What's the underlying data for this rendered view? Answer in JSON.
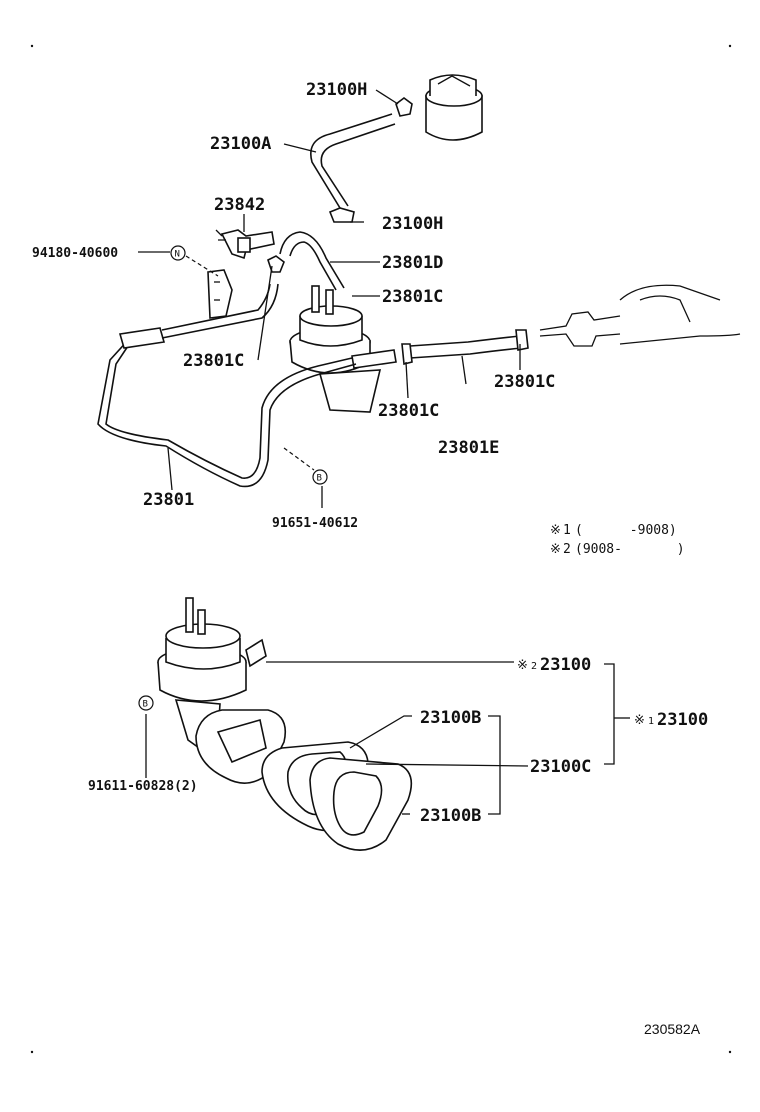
{
  "labels": {
    "p23100H_top": "23100H",
    "p23100A": "23100A",
    "p23842": "23842",
    "p23100H_mid": "23100H",
    "p94180": "94180-40600",
    "p23801D": "23801D",
    "p23801C_a": "23801C",
    "p23801C_b": "23801C",
    "p23801C_c": "23801C",
    "p23801C_d": "23801C",
    "p23801E": "23801E",
    "p23801": "23801",
    "p91651": "91651-40612",
    "p23100_s2": "23100",
    "p23100_s1": "23100",
    "p23100B_top": "23100B",
    "p23100C": "23100C",
    "p23100B_bot": "23100B",
    "p91611": "91611-60828(2)"
  },
  "markers": {
    "n": "N",
    "b1": "B",
    "b2": "B"
  },
  "notes": {
    "star": "※",
    "note1_num": "1",
    "note1_range": "(      -9008)",
    "note2_num": "2",
    "note2_range": "(9008-       )"
  },
  "star_prefix": "※",
  "star_num_2": "2",
  "star_num_1": "1",
  "figure_ref": "230582A"
}
